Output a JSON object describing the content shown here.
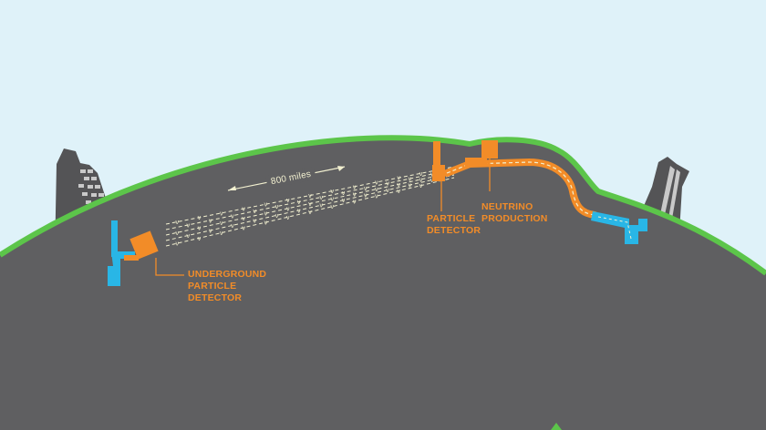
{
  "labels": {
    "distance": "800 miles",
    "underground_detector": [
      "UNDERGROUND",
      "PARTICLE",
      "DETECTOR"
    ],
    "particle_detector": [
      "PARTICLE",
      "DETECTOR"
    ],
    "neutrino_production": [
      "NEUTRINO",
      "PRODUCTION"
    ]
  },
  "neutrino_glyph": "ν",
  "colors": {
    "sky": "#dff2f9",
    "earth": "#5f5f61",
    "surface": "#5cc54a",
    "buildings": "#545456",
    "windows": "#c9c9c9",
    "detector": "#f28c28",
    "shaft": "#29b6e6",
    "beam": "#f2f0d0"
  }
}
